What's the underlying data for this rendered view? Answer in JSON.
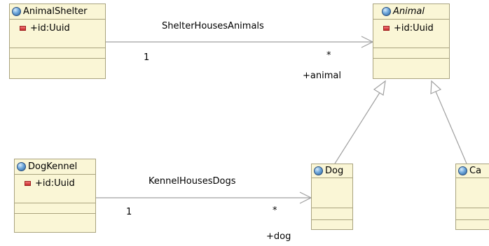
{
  "classes": {
    "animal_shelter": {
      "name": "AnimalShelter",
      "icon": "class-icon",
      "attribute": "+id:Uuid",
      "attribute_icon": "private-attribute-icon"
    },
    "animal": {
      "name": "Animal",
      "icon": "class-icon",
      "attribute": "+id:Uuid",
      "attribute_icon": "private-attribute-icon",
      "abstract": true
    },
    "dog_kennel": {
      "name": "DogKennel",
      "icon": "class-icon",
      "attribute": "+id:Uuid",
      "attribute_icon": "private-attribute-icon"
    },
    "dog": {
      "name": "Dog",
      "icon": "class-icon"
    },
    "cat": {
      "name": "Ca",
      "icon": "class-icon"
    }
  },
  "associations": {
    "shelter_animals": {
      "name": "ShelterHousesAnimals",
      "source_multiplicity": "1",
      "target_multiplicity": "*",
      "target_role": "+animal"
    },
    "kennel_dogs": {
      "name": "KennelHousesDogs",
      "source_multiplicity": "1",
      "target_multiplicity": "*",
      "target_role": "+dog"
    }
  },
  "generalizations": [
    "Dog -> Animal",
    "Cat -> Animal"
  ],
  "colors": {
    "class_fill": "#faf6d6",
    "class_border": "#a9a37e",
    "line": "#a0a0a0"
  }
}
